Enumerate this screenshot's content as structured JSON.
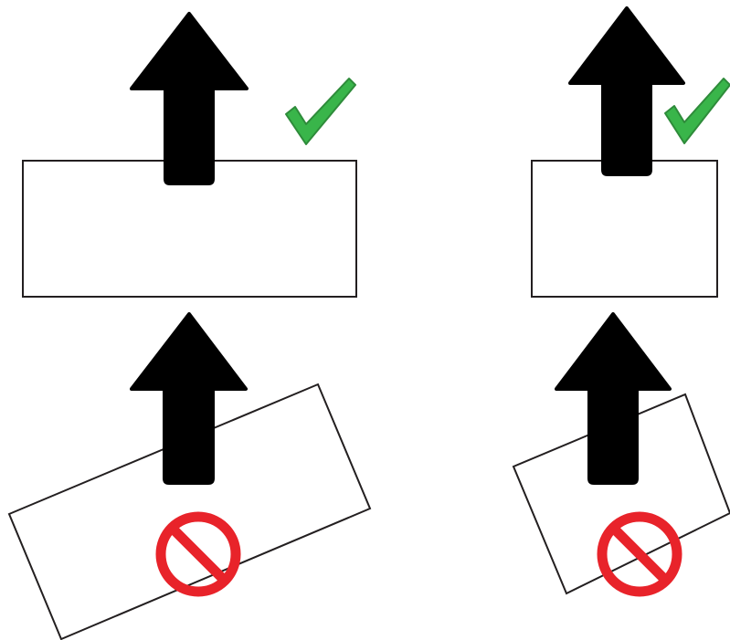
{
  "colors": {
    "background": "#ffffff",
    "outline": "#231f20",
    "arrow": "#000000",
    "check": "#39b54a",
    "check_stroke": "#2e8b3a",
    "prohibited": "#e8232a"
  },
  "icons": {
    "arrow": "up-arrow-icon",
    "valid": "checkmark-icon",
    "invalid": "prohibited-icon"
  },
  "panels": [
    {
      "shape": "wide rectangle",
      "orientation": "level",
      "status": "valid"
    },
    {
      "shape": "narrow rectangle",
      "orientation": "level",
      "status": "valid"
    },
    {
      "shape": "wide rectangle",
      "orientation": "tilted",
      "status": "invalid"
    },
    {
      "shape": "narrow rectangle",
      "orientation": "tilted",
      "status": "invalid"
    }
  ]
}
